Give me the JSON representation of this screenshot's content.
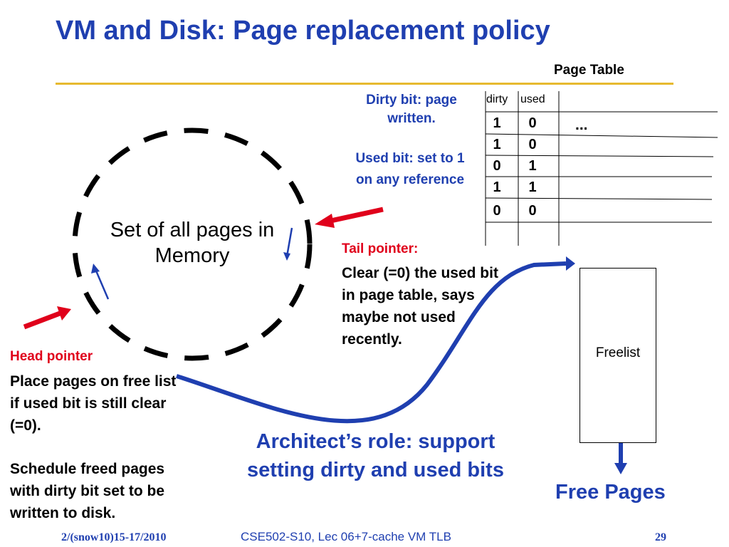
{
  "title": "VM and Disk: Page replacement policy",
  "page_table": {
    "label": "Page Table",
    "headers": [
      "dirty",
      "used"
    ],
    "rows": [
      {
        "dirty": "1",
        "used": "0"
      },
      {
        "dirty": "1",
        "used": "0"
      },
      {
        "dirty": "0",
        "used": "1"
      },
      {
        "dirty": "1",
        "used": "1"
      },
      {
        "dirty": "0",
        "used": "0"
      }
    ],
    "ellipsis": "..."
  },
  "notes": {
    "dirty_bit": "Dirty bit: page written.",
    "used_bit": "Used bit: set to 1 on any reference",
    "tail_title": "Tail pointer:",
    "tail_body": "Clear (=0) the used bit in page table, says maybe not used recently.",
    "head_title": "Head pointer",
    "head_body": "Place pages on free list if used bit is still clear (=0).",
    "head_body2": "Schedule freed pages with dirty bit set to be written to disk."
  },
  "memory_label": "Set of all pages in Memory",
  "architect": "Architect’s role: support setting dirty and used bits",
  "freelist_label": "Freelist",
  "free_pages": "Free Pages",
  "footer": {
    "date": "2/(snow10)15-17/2010",
    "course": "CSE502-S10, Lec 06+7-cache VM TLB",
    "page": "29"
  },
  "colors": {
    "title_blue": "#1f3fb0",
    "accent_red": "#e0001b",
    "rule_gold": "#e7b92f",
    "curve_blue": "#1f3fb0"
  }
}
